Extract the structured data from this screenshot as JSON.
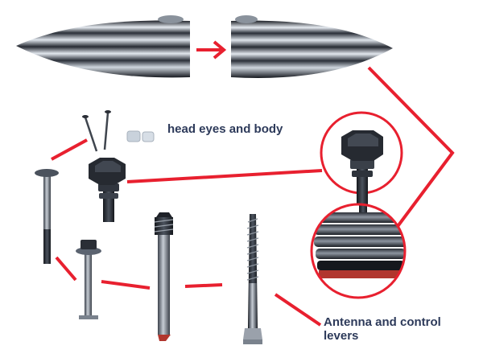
{
  "labels": {
    "head_eyes_body": "head eyes and body",
    "antenna_levers": "Antenna and control levers"
  },
  "colors": {
    "connector": "#e8202f",
    "metal_dark": "#1c1f26",
    "metal_mid": "#5b6370",
    "metal_light": "#d5dbe3",
    "label_text": "#2d3a5a"
  },
  "icons": [
    "pointed-fluted-body-left-half",
    "pointed-fluted-body-right-half",
    "hex-head-bolt",
    "coarse-thread-bolt",
    "nails",
    "glass-chips",
    "carriage-bolt",
    "bolt-with-washer",
    "wood-screw"
  ]
}
